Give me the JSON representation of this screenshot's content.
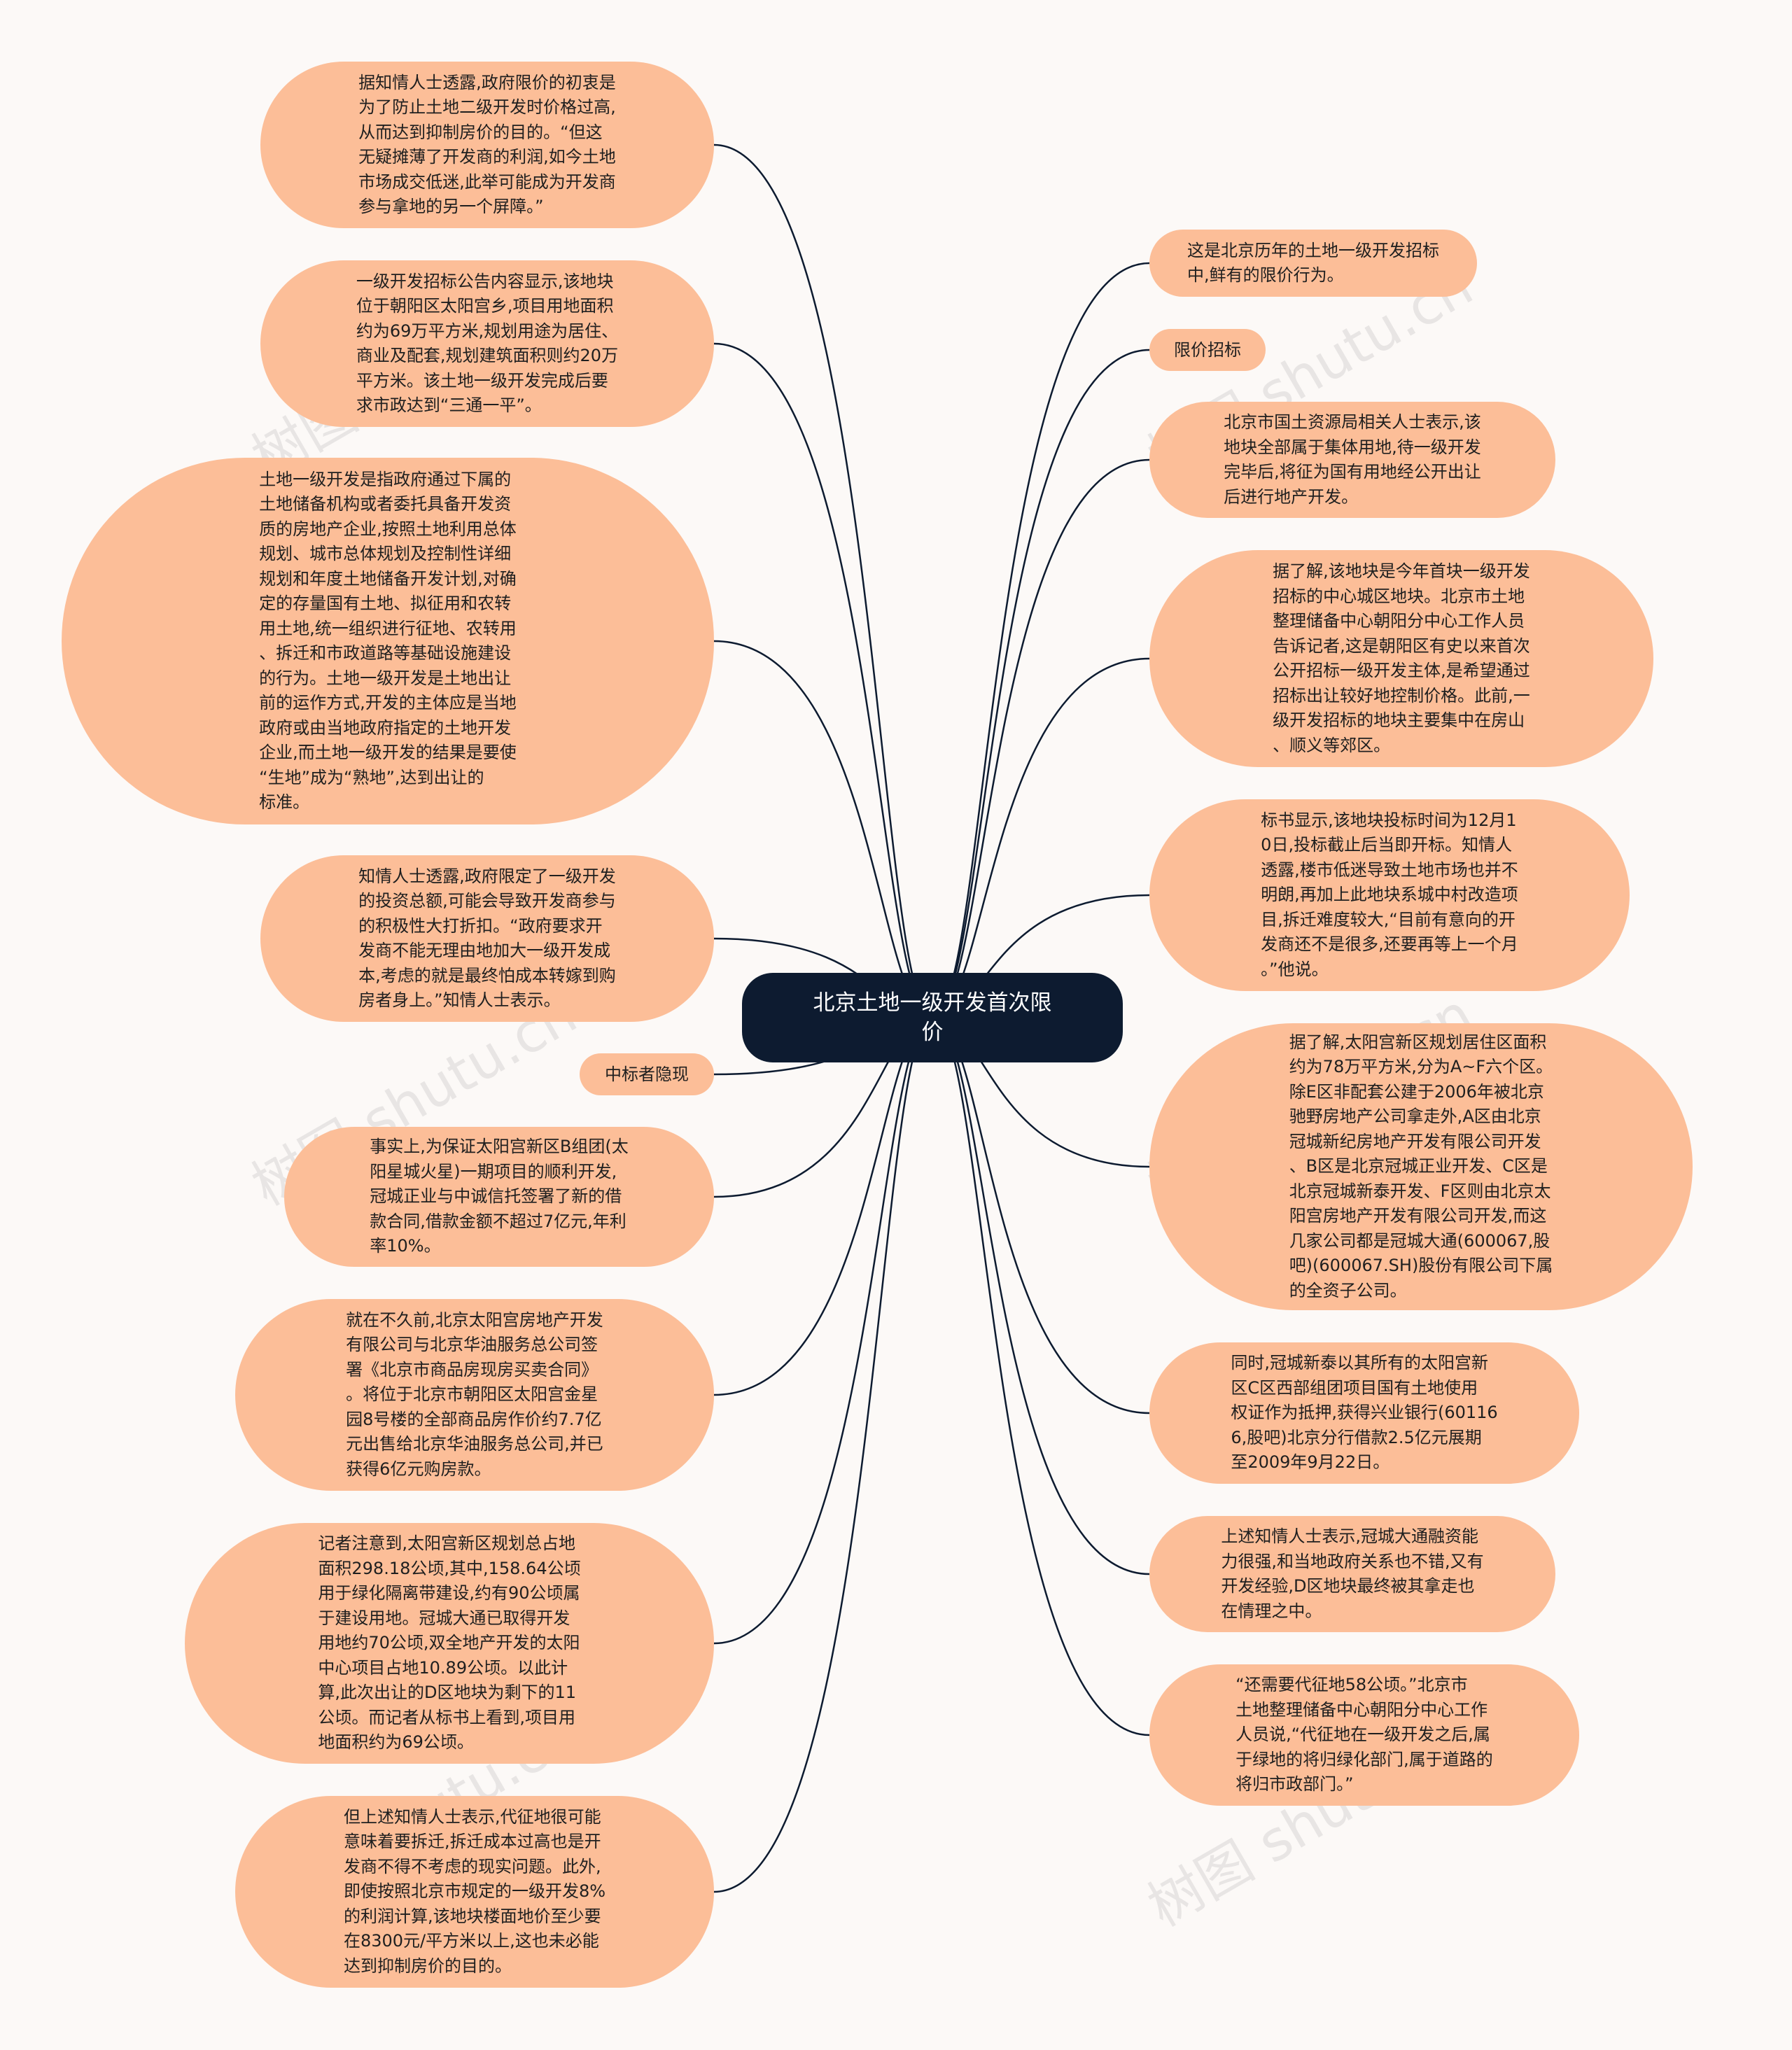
{
  "root": {
    "text": "北京土地一级开发首次限\n价"
  },
  "watermark": "树图 shutu.cn",
  "colors": {
    "node_fill": "#fcbe98",
    "root_fill": "#0d1b30",
    "link": "#0d1b30",
    "background": "#fcf9f7"
  },
  "left_nodes": [
    {
      "text": "据知情人士透露,政府限价的初衷是\n为了防止土地二级开发时价格过高,\n从而达到抑制房价的目的。“但这\n无疑摊薄了开发商的利润,如今土地\n市场成交低迷,此举可能成为开发商\n参与拿地的另一个屏障。”"
    },
    {
      "text": "一级开发招标公告内容显示,该地块\n位于朝阳区太阳宫乡,项目用地面积\n约为69万平方米,规划用途为居住、\n商业及配套,规划建筑面积则约20万\n平方米。该土地一级开发完成后要\n求市政达到“三通一平”。"
    },
    {
      "text": "土地一级开发是指政府通过下属的\n土地储备机构或者委托具备开发资\n质的房地产企业,按照土地利用总体\n规划、城市总体规划及控制性详细\n规划和年度土地储备开发计划,对确\n定的存量国有土地、拟征用和农转\n用土地,统一组织进行征地、农转用\n、拆迁和市政道路等基础设施建设\n的行为。土地一级开发是土地出让\n前的运作方式,开发的主体应是当地\n政府或由当地政府指定的土地开发\n企业,而土地一级开发的结果是要使\n“生地”成为“熟地”,达到出让的\n标准。"
    },
    {
      "text": "知情人士透露,政府限定了一级开发\n的投资总额,可能会导致开发商参与\n的积极性大打折扣。“政府要求开\n发商不能无理由地加大一级开发成\n本,考虑的就是最终怕成本转嫁到购\n房者身上。”知情人士表示。"
    },
    {
      "text": "中标者隐现"
    },
    {
      "text": "事实上,为保证太阳宫新区B组团(太\n阳星城火星)一期项目的顺利开发,\n冠城正业与中诚信托签署了新的借\n款合同,借款金额不超过7亿元,年利\n率10%。"
    },
    {
      "text": "就在不久前,北京太阳宫房地产开发\n有限公司与北京华油服务总公司签\n署《北京市商品房现房买卖合同》\n。将位于北京市朝阳区太阳宫金星\n园8号楼的全部商品房作价约7.7亿\n元出售给北京华油服务总公司,并已\n获得6亿元购房款。"
    },
    {
      "text": "记者注意到,太阳宫新区规划总占地\n面积298.18公顷,其中,158.64公顷\n用于绿化隔离带建设,约有90公顷属\n于建设用地。冠城大通已取得开发\n用地约70公顷,双全地产开发的太阳\n中心项目占地10.89公顷。以此计\n算,此次出让的D区地块为剩下的11\n公顷。而记者从标书上看到,项目用\n地面积约为69公顷。"
    },
    {
      "text": "但上述知情人士表示,代征地很可能\n意味着要拆迁,拆迁成本过高也是开\n发商不得不考虑的现实问题。此外,\n即使按照北京市规定的一级开发8%\n的利润计算,该地块楼面地价至少要\n在8300元/平方米以上,这也未必能\n达到抑制房价的目的。"
    }
  ],
  "right_nodes": [
    {
      "text": "这是北京历年的土地一级开发招标\n中,鲜有的限价行为。"
    },
    {
      "text": "限价招标"
    },
    {
      "text": "北京市国土资源局相关人士表示,该\n地块全部属于集体用地,待一级开发\n完毕后,将征为国有用地经公开出让\n后进行地产开发。"
    },
    {
      "text": "据了解,该地块是今年首块一级开发\n招标的中心城区地块。北京市土地\n整理储备中心朝阳分中心工作人员\n告诉记者,这是朝阳区有史以来首次\n公开招标一级开发主体,是希望通过\n招标出让较好地控制价格。此前,一\n级开发招标的地块主要集中在房山\n、顺义等郊区。"
    },
    {
      "text": "标书显示,该地块投标时间为12月1\n0日,投标截止后当即开标。知情人\n透露,楼市低迷导致土地市场也并不\n明朗,再加上此地块系城中村改造项\n目,拆迁难度较大,“目前有意向的开\n发商还不是很多,还要再等上一个月\n。”他说。"
    },
    {
      "text": "据了解,太阳宫新区规划居住区面积\n约为78万平方米,分为A~F六个区。\n除E区非配套公建于2006年被北京\n驰野房地产公司拿走外,A区由北京\n冠城新纪房地产开发有限公司开发\n、B区是北京冠城正业开发、C区是\n北京冠城新泰开发、F区则由北京太\n阳宫房地产开发有限公司开发,而这\n几家公司都是冠城大通(600067,股\n吧)(600067.SH)股份有限公司下属\n的全资子公司。"
    },
    {
      "text": "同时,冠城新泰以其所有的太阳宫新\n区C区西部组团项目国有土地使用\n权证作为抵押,获得兴业银行(60116\n6,股吧)北京分行借款2.5亿元展期\n至2009年9月22日。"
    },
    {
      "text": "上述知情人士表示,冠城大通融资能\n力很强,和当地政府关系也不错,又有\n开发经验,D区地块最终被其拿走也\n在情理之中。"
    },
    {
      "text": "“还需要代征地58公顷。”北京市\n土地整理储备中心朝阳分中心工作\n人员说,“代征地在一级开发之后,属\n于绿地的将归绿化部门,属于道路的\n将归市政部门。”"
    }
  ]
}
